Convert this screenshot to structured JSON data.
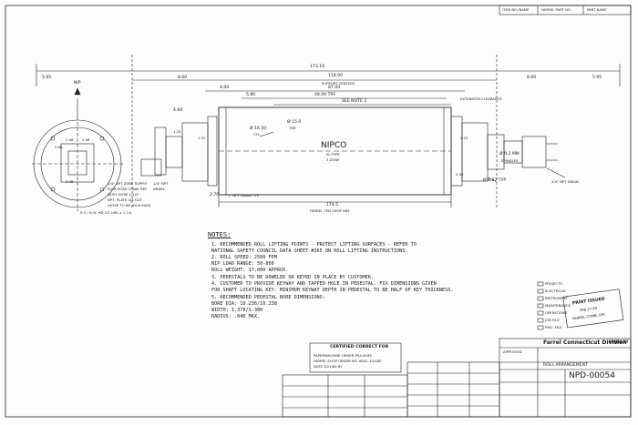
{
  "header": {
    "item_label": "ITEM NO./NAME",
    "part_label": "FARREL PART NO.",
    "partname_label": "PART NAME"
  },
  "dimensions": {
    "overall": "173.10",
    "between_supports": "118.00",
    "support_centers": "SUPPORT CENTERS",
    "face_length": "87.00",
    "roll_face": "48.00 TRF",
    "see_note": "SEE NOTE 1",
    "left_ext": "5.95",
    "left_end": "8.00",
    "right_end": "8.00",
    "right_ext": "5.95",
    "d1": "4.00",
    "d2": "5.80",
    "d3": "4.60",
    "d4": "2.70",
    "shell_dia": "Ø 16.50",
    "shell_dia_sub": "CYL",
    "core_dia": "Ø 15.0",
    "core_dia_sub": "REF",
    "journal_dia": "Ø 9.2 MM",
    "journal_sub": "SPINDLES",
    "coupling_dia": "Ø 8.87 TYP",
    "bottom_len": "174.5",
    "bottom_sub": "FARREL TEN SHOP DIM",
    "drain_note": "1\" NPT DRAIN TYP",
    "drain_right": "3/4\" NPT DRAIN",
    "ext_label": "EXTENSION CLEARANCE",
    "a1": "1.25",
    "a2": "1.22",
    "a3": "2.25",
    "a4": "2.50"
  },
  "roll": {
    "name": "NIPCO",
    "type": "EL-TYPE",
    "zone": "3 ZONE"
  },
  "end_view": {
    "nip": "NIP",
    "d_a": "2.48",
    "d_b": "2.48",
    "d_c": "2.68",
    "d_d": "2.48",
    "note1": "1/4\" NPT ZONE SUPPLY",
    "note2": "FLEX HOSE CONN. REF.",
    "note3": "DUST HOSE 1-1/2\"",
    "note4": "NPT, PLATE 3/4 OUT",
    "note5": "(HOSE TO BE .50 N MAX)",
    "note6": "1/4\" NPT",
    "note7": "DRAIN",
    "note8": "5.0 / 5.0C HD 1/2 UNC x 1.1/4"
  },
  "notes": {
    "title": "NOTES:",
    "lines": [
      "1. RECOMMENDED ROLL LIFTING POINTS - PROTECT LIFTING SURFACES - REFER TO",
      "   NATIONAL SAFETY COUNCIL DATA SHEET #365 ON ROLL LIFTING INSTRUCTIONS.",
      "2. ROLL SPEED: 2500 FPM",
      "   NIP LOAD RANGE: 50-800",
      "   ROLL WEIGHT: 17,000 APPROX.",
      "3. PEDESTALS TO BE DOWELED OR KEYED IN PLACE BY CUSTOMER.",
      "4. CUSTOMER TO PROVIDE KEYWAY AND TAPPED HOLE IN PEDESTAL. FIX DIMENSIONS GIVEN",
      "   FOR SHAFT LOCATING KEY. MINIMUM KEYWAY DEPTH IN PEDESTAL TO BE HALF OF KEY THICKNESS.",
      "5. RECOMMENDED PEDESTAL BORE DIMENSIONS:",
      "   BORE DIA: 10.236/10.238",
      "   WIDTH: 1.378/1.380",
      "   RADIUS: .040 MAX."
    ]
  },
  "certified": {
    "title": "CERTIFIED CORRECT FOR",
    "line1": "PAPERMACHINE ORDER PS4-8165",
    "line2": "FARREL SHOP ORDER NO. 6041-10/180",
    "line3": "DATE  3/21/84   BY"
  },
  "checklist": {
    "items": [
      "PROJECTS",
      "ELECTRICAL",
      "INSTRUMENT",
      "MAINTENANCE",
      "OPERATIONS",
      "JOB FILE",
      "ENG. FILE"
    ],
    "stamp_line1": "PRINT ISSUED",
    "stamp_line2": "FEB 27 84",
    "stamp_line3": "FARREL CONN. DIV."
  },
  "title_block": {
    "company": "Farrel Connecticut Division",
    "location": "EMHART",
    "drawing_title": "ROLL ARRANGEMENT",
    "drawing_no": "NPD-00054",
    "approved": "APPROVED"
  }
}
